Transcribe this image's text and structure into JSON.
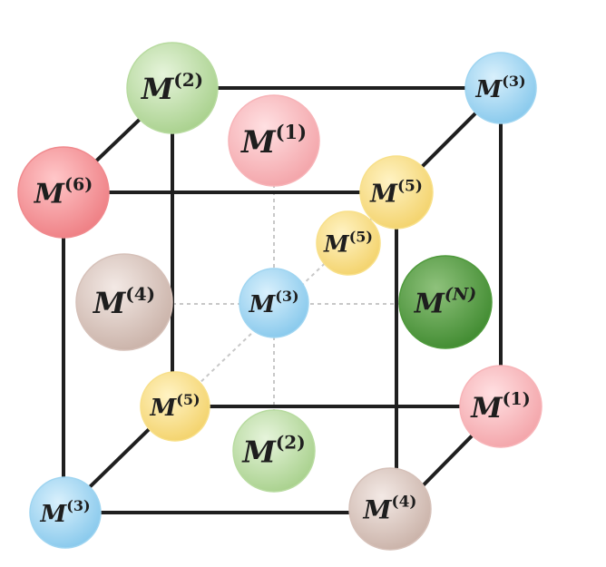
{
  "palette": {
    "edge": "#1f1f1f",
    "hidden_edge": "#c8c8c8",
    "red": "#f08a8e",
    "pink": "#f7b4b8",
    "green": "#b8dba0",
    "dark_green": "#4f9a3c",
    "blue": "#9fd5f1",
    "yellow": "#f8e08a",
    "taupe": "#d6c1b9"
  },
  "nodes": [
    {
      "id": "v-top-back-left",
      "base": "M",
      "sup": "(2)",
      "color": "green"
    },
    {
      "id": "v-top-back-right",
      "base": "M",
      "sup": "(3)",
      "color": "blue"
    },
    {
      "id": "v-top-front-left",
      "base": "M",
      "sup": "(6)",
      "color": "red"
    },
    {
      "id": "v-top-front-right",
      "base": "M",
      "sup": "(5)",
      "color": "yellow"
    },
    {
      "id": "v-bottom-back-left",
      "base": "M",
      "sup": "(5)",
      "color": "yellow"
    },
    {
      "id": "v-bottom-back-right",
      "base": "M",
      "sup": "(1)",
      "color": "pink"
    },
    {
      "id": "v-bottom-front-left",
      "base": "M",
      "sup": "(3)",
      "color": "blue"
    },
    {
      "id": "v-bottom-front-right",
      "base": "M",
      "sup": "(4)",
      "color": "taupe"
    },
    {
      "id": "face-top",
      "base": "M",
      "sup": "(1)",
      "color": "pink"
    },
    {
      "id": "face-left",
      "base": "M",
      "sup": "(4)",
      "color": "taupe"
    },
    {
      "id": "face-right",
      "base": "M",
      "sup": "(N)",
      "color": "dark_green"
    },
    {
      "id": "face-bottom",
      "base": "M",
      "sup": "(2)",
      "color": "green"
    },
    {
      "id": "center",
      "base": "M",
      "sup": "(3)",
      "color": "blue"
    },
    {
      "id": "inner-diagonal",
      "base": "M",
      "sup": "(5)",
      "color": "yellow"
    }
  ]
}
